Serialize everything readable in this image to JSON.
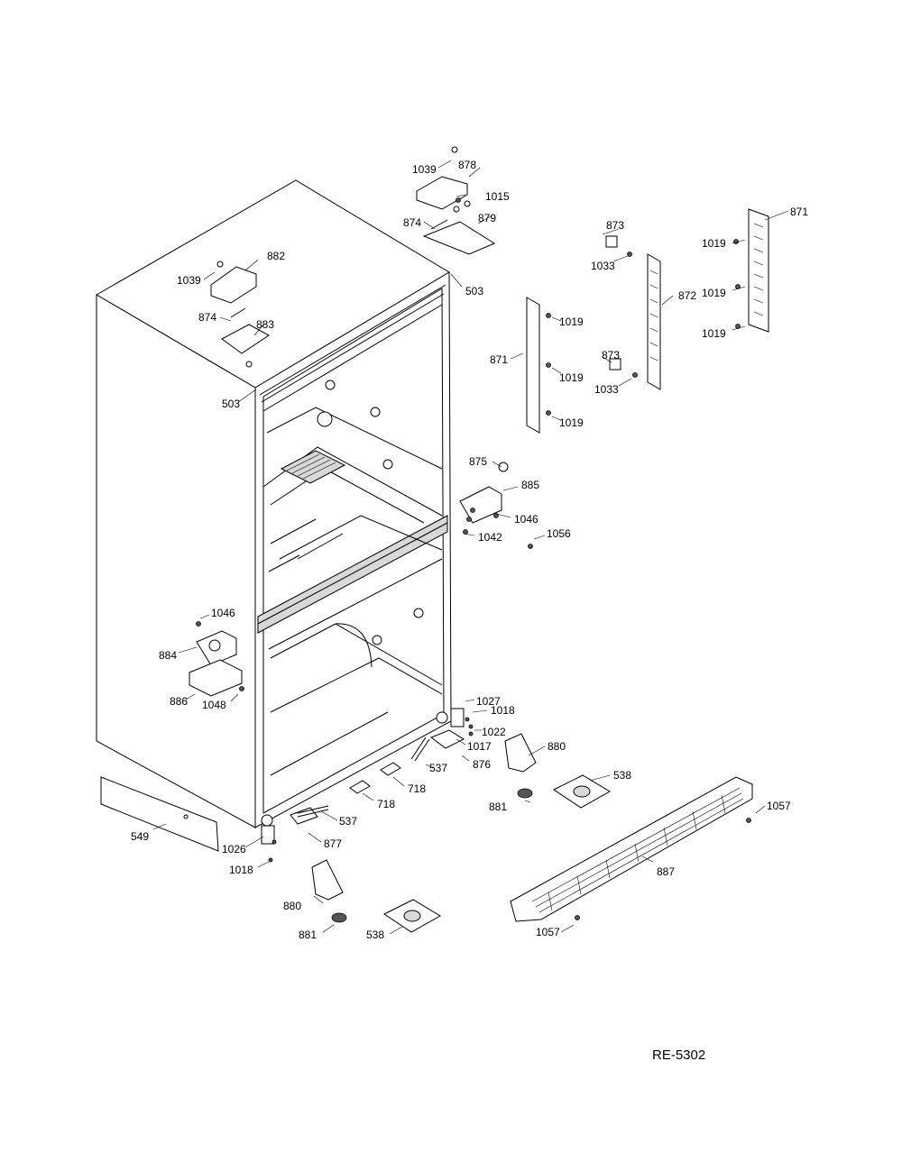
{
  "drawing_code": "RE-5302",
  "callouts": [
    "1039",
    "878",
    "1015",
    "874",
    "879",
    "503",
    "882",
    "1039",
    "874",
    "883",
    "503",
    "873",
    "1033",
    "871",
    "1019",
    "1019",
    "1019",
    "872",
    "871",
    "1019",
    "1019",
    "1019",
    "873",
    "1033",
    "875",
    "885",
    "1046",
    "1042",
    "1056",
    "1046",
    "884",
    "886",
    "1048",
    "1027",
    "1018",
    "1022",
    "1017",
    "880",
    "537",
    "876",
    "538",
    "718",
    "718",
    "881",
    "1057",
    "537",
    "877",
    "549",
    "1026",
    "1018",
    "887",
    "880",
    "881",
    "538",
    "1057"
  ]
}
